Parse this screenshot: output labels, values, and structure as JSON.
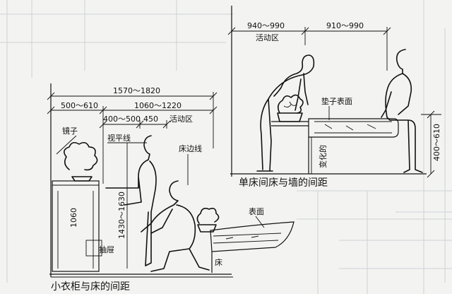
{
  "scene_right": {
    "dim_activity_left": "940～990",
    "dim_activity_left_label": "活动区",
    "dim_activity_right": "910～990",
    "label_mattress_surface": "垫子表面",
    "dim_height": "400～610",
    "label_variable": "变化的",
    "caption": "单床间床与墙的间距"
  },
  "scene_left": {
    "dim_total": "1570～1820",
    "dim_a": "500～610",
    "dim_b": "1060～1220",
    "dim_c": "400～500",
    "dim_d": "450",
    "label_activity": "活动区",
    "label_mirror": "镜子",
    "label_sightline": "视平线",
    "label_bed_edge": "床边线",
    "dim_wardrobe": "1060",
    "dim_eye_range": "1430～1630",
    "label_drawer": "抽屉",
    "label_surface": "表面",
    "label_bed": "床",
    "caption": "小衣柜与床的间距"
  }
}
